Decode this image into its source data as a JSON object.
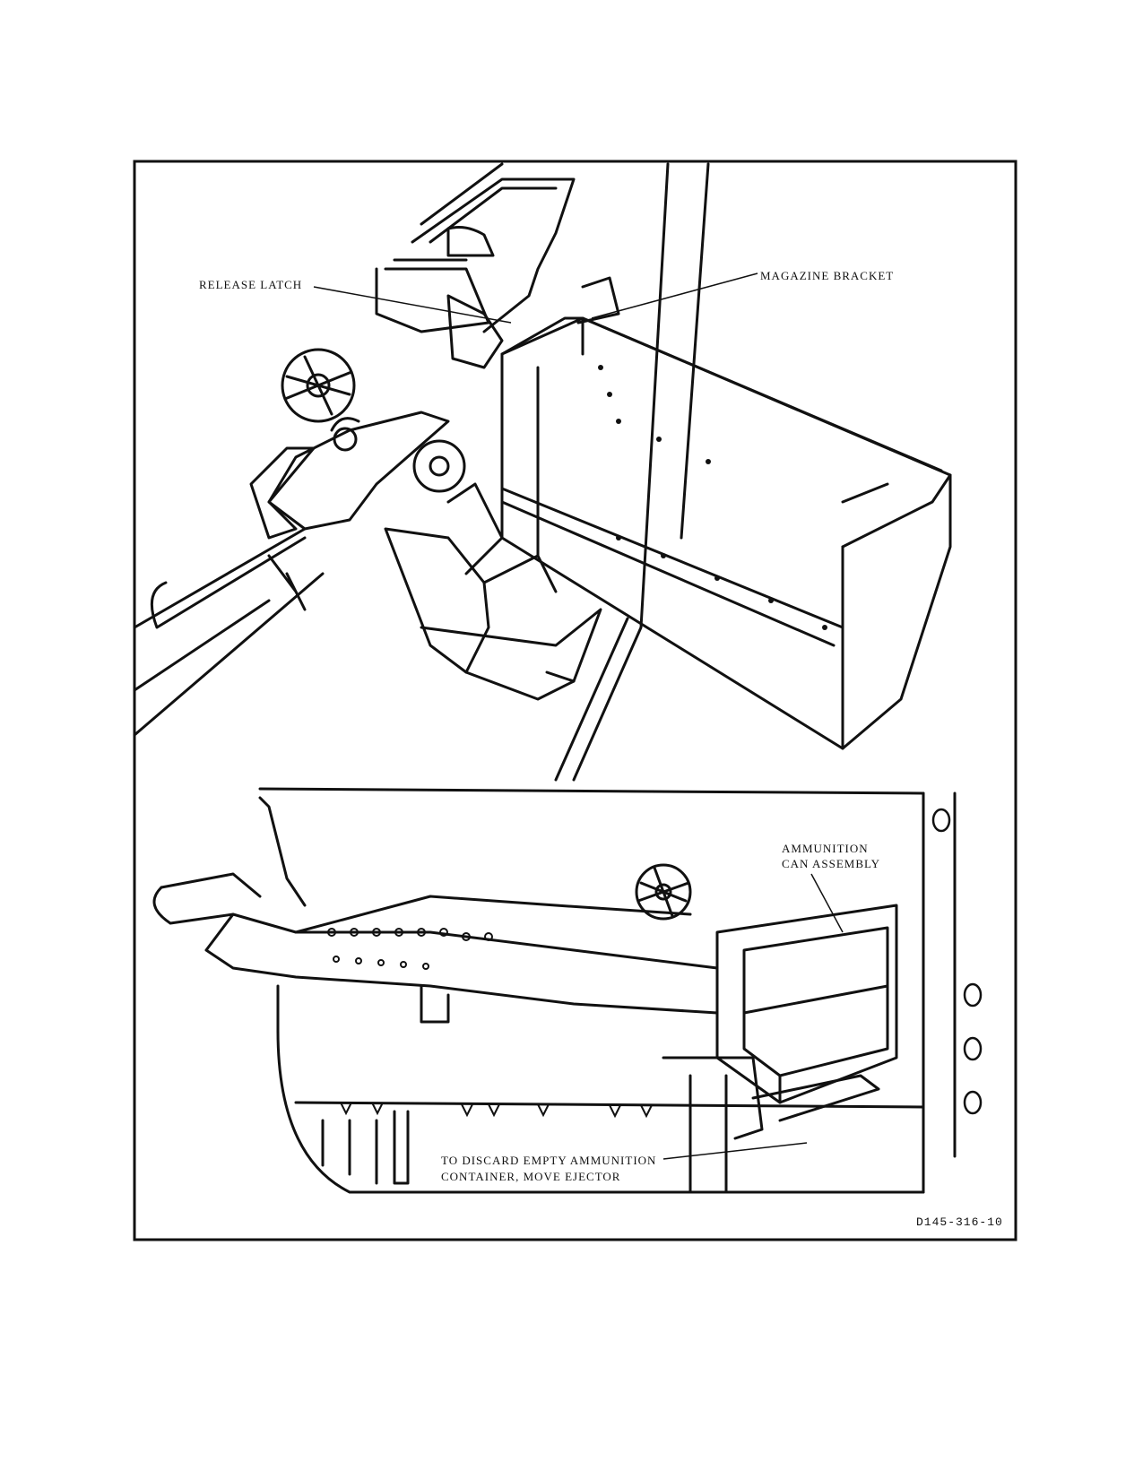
{
  "figure": {
    "labels": {
      "release_latch": "RELEASE LATCH",
      "magazine_bracket": "MAGAZINE BRACKET",
      "ammo_can_line1": "AMMUNITION",
      "ammo_can_line2": "CAN ASSEMBLY",
      "discard_line1": "TO DISCARD EMPTY AMMUNITION",
      "discard_line2": "CONTAINER, MOVE EJECTOR"
    },
    "figure_id": "D145-316-10"
  }
}
